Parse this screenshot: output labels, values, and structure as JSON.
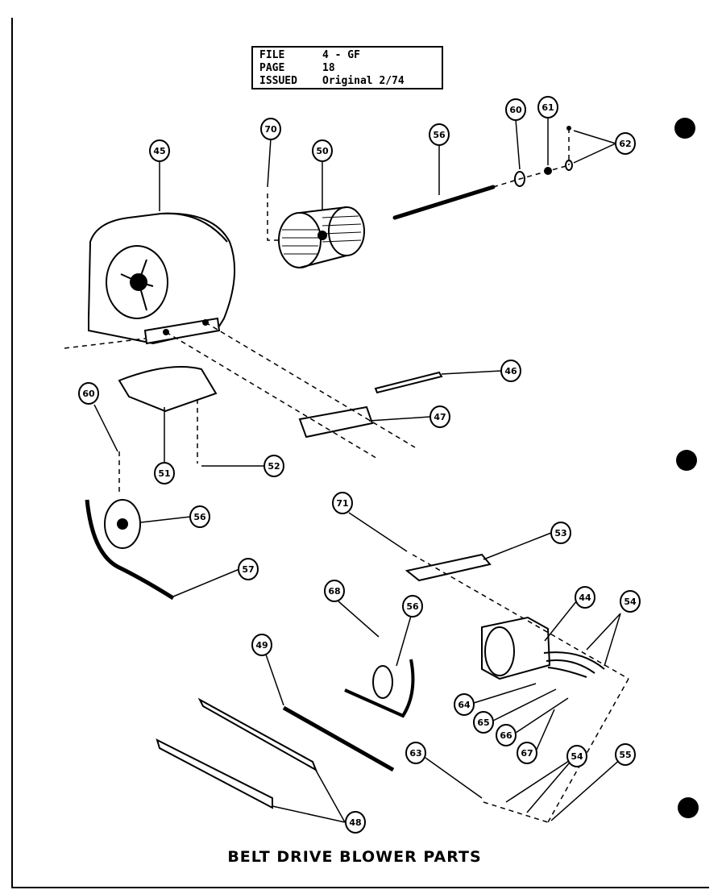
{
  "file_block": {
    "file_key": "FILE",
    "file_val": "4 - GF",
    "page_key": "PAGE",
    "page_val": "18",
    "issued_key": "ISSUED",
    "issued_val": "Original 2/74"
  },
  "caption": "BELT DRIVE BLOWER PARTS",
  "callouts": [
    "45",
    "70",
    "50",
    "56",
    "60",
    "61",
    "62",
    "46",
    "47",
    "60",
    "51",
    "52",
    "56",
    "57",
    "71",
    "53",
    "44",
    "54",
    "68",
    "56",
    "49",
    "64",
    "65",
    "66",
    "67",
    "63",
    "54",
    "55",
    "48"
  ]
}
